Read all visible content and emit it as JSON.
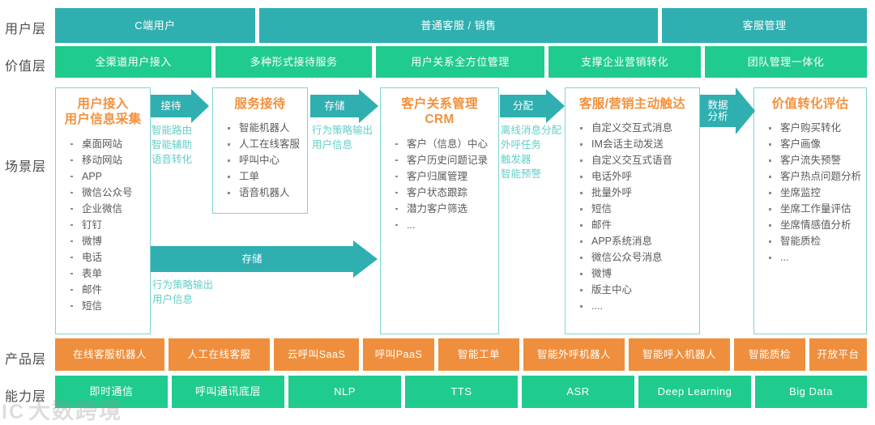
{
  "rows": {
    "user_layer": "用户层",
    "value_layer": "价值层",
    "scene_layer": "场景层",
    "product_layer": "产品层",
    "ability_layer": "能力层"
  },
  "colors": {
    "teal": "#2fafb0",
    "green": "#20cb8e",
    "orange": "#ef8f3d",
    "title_orange": "#f2913d",
    "note_teal": "#63cfc8",
    "card_border": "#7fd4d4",
    "label_gray": "#4d4d4d"
  },
  "user_layer": [
    {
      "label": "C端用户"
    },
    {
      "label": "普通客服 / 销售"
    },
    {
      "label": "客服管理"
    }
  ],
  "value_layer": [
    {
      "label": "全渠道用户接入"
    },
    {
      "label": "多种形式接待服务"
    },
    {
      "label": "用户关系全方位管理"
    },
    {
      "label": "支撑企业营销转化"
    },
    {
      "label": "团队管理一体化"
    }
  ],
  "scene_cards": [
    {
      "title": "用户接入\n用户信息采集",
      "items": [
        "桌面网站",
        "移动网站",
        "APP",
        "微信公众号",
        "企业微信",
        "钉钉",
        "微博",
        "电话",
        "表单",
        "邮件",
        "短信"
      ]
    },
    {
      "title": "服务接待",
      "items": [
        "智能机器人",
        "人工在线客服",
        "呼叫中心",
        "工单",
        "语音机器人"
      ]
    },
    {
      "title": "客户关系管理\nCRM",
      "items": [
        "客户（信息）中心",
        "客户历史问题记录",
        "客户归属管理",
        "客户状态跟踪",
        "潜力客户筛选",
        "..."
      ]
    },
    {
      "title": "客服/营销主动触达",
      "items": [
        "自定义交互式消息",
        "IM会话主动发送",
        "自定义交互式语音",
        "电话外呼",
        "批量外呼",
        "短信",
        "邮件",
        "APP系统消息",
        "微信公众号消息",
        "微博",
        "版主中心",
        "...."
      ]
    },
    {
      "title": "价值转化评估",
      "items": [
        "客户购买转化",
        "客户画像",
        "客户流失预警",
        "客户热点问题分析",
        "坐席监控",
        "坐席工作量评估",
        "坐席情感值分析",
        "智能质检",
        "..."
      ]
    }
  ],
  "connectors": [
    {
      "label": "接待",
      "note": "智能路由\n智能辅助\n语音转化"
    },
    {
      "label": "存储",
      "note": "行为策略输出\n用户信息"
    },
    {
      "label": "分配",
      "note": "离线消息分配\n外呼任务\n触发器\n智能预警"
    },
    {
      "label": "数据\n分析",
      "note": ""
    },
    {
      "label": "存储",
      "note": "行为策略输出\n用户信息"
    }
  ],
  "product_layer": [
    {
      "label": "在线客服机器人"
    },
    {
      "label": "人工在线客服"
    },
    {
      "label": "云呼叫SaaS"
    },
    {
      "label": "呼叫PaaS"
    },
    {
      "label": "智能工单"
    },
    {
      "label": "智能外呼机器人"
    },
    {
      "label": "智能呼入机器人"
    },
    {
      "label": "智能质检"
    },
    {
      "label": "开放平台"
    }
  ],
  "ability_layer": [
    {
      "label": "即时通信"
    },
    {
      "label": "呼叫通讯底层"
    },
    {
      "label": "NLP"
    },
    {
      "label": "TTS"
    },
    {
      "label": "ASR"
    },
    {
      "label": "Deep Learning"
    },
    {
      "label": "Big Data"
    }
  ],
  "watermark": {
    "text": "大数跨境",
    "logo": "IC"
  }
}
